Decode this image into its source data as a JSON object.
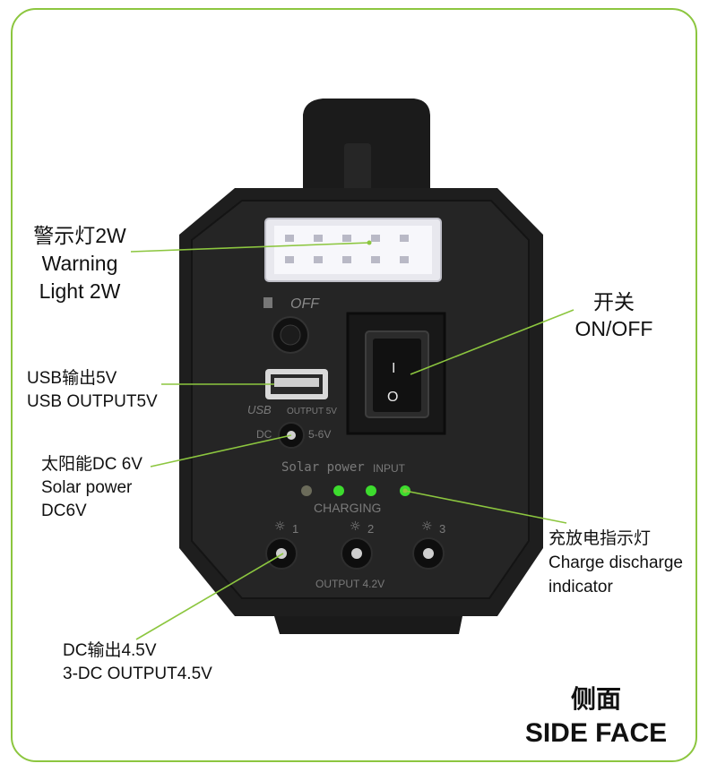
{
  "callouts": {
    "warning_light": {
      "cn": "警示灯2W",
      "en1": "Warning",
      "en2": "Light 2W"
    },
    "switch": {
      "cn": "开关",
      "en": "ON/OFF"
    },
    "usb": {
      "cn": "USB输出5V",
      "en": "USB OUTPUT5V"
    },
    "solar": {
      "cn": "太阳能DC 6V",
      "en1": "Solar power",
      "en2": "DC6V"
    },
    "indicator": {
      "cn": "充放电指示灯",
      "en1": "Charge discharge",
      "en2": "indicator"
    },
    "dc_output": {
      "cn": "DC输出4.5V",
      "en": "3-DC OUTPUT4.5V"
    }
  },
  "device_labels": {
    "off": "OFF",
    "usb": "USB",
    "usb_output": "OUTPUT 5V",
    "dc": "DC",
    "dc_voltage": "5-6V",
    "solar_power": "Solar  power",
    "input": "INPUT",
    "charging": "CHARGING",
    "output": "OUTPUT 4.2V",
    "port_1": "1",
    "port_2": "2",
    "port_3": "3",
    "switch_on": "I",
    "switch_off": "O"
  },
  "caption": {
    "cn": "侧面",
    "en": "SIDE FACE"
  },
  "colors": {
    "frame": "#8cc63f",
    "leader_line": "#8cc63f",
    "body": "#1e1e1e",
    "panel": "#2a2a2a",
    "led_on": "#3ddc2e",
    "led_off": "#6b6b5a"
  }
}
